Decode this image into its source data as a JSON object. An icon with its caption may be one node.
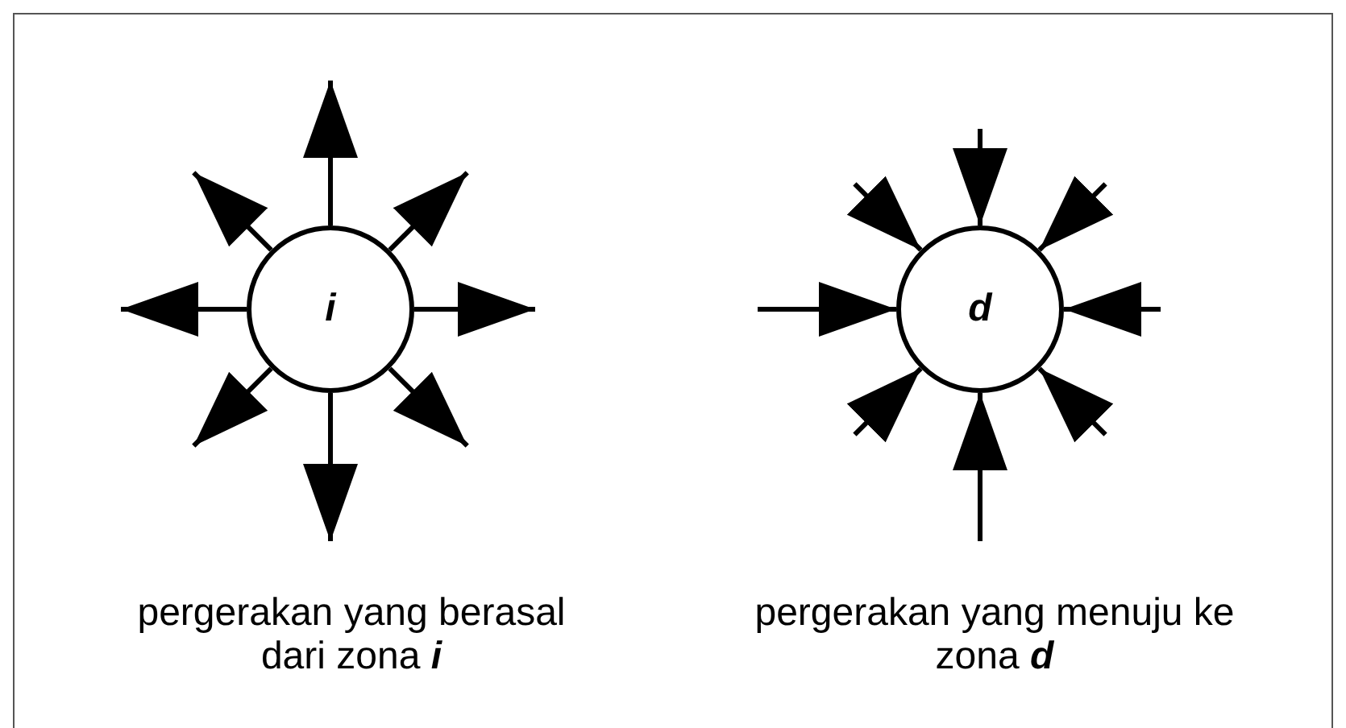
{
  "diagram": {
    "nodes": [
      {
        "text": [
          "i"
        ]
      },
      {
        "text": [
          "d"
        ]
      }
    ],
    "labels": [
      "pergerakan yang berasal dari zona **i**",
      "pergerakan yang menuju ke zona **d**"
    ],
    "edges": [
      {
        "from": 0,
        "to": null,
        "arrow": "to"
      },
      {
        "from": 0,
        "to": null,
        "arrow": "to"
      },
      {
        "from": 0,
        "to": null,
        "arrow": "to"
      },
      {
        "from": 0,
        "to": null,
        "arrow": "to"
      },
      {
        "from": 0,
        "to": null,
        "arrow": "to"
      },
      {
        "from": 0,
        "to": null,
        "arrow": "to"
      },
      {
        "from": 0,
        "to": null,
        "arrow": "to"
      },
      {
        "from": 0,
        "to": null,
        "arrow": "to"
      },
      {
        "from": null,
        "to": 1,
        "arrow": "to"
      },
      {
        "from": null,
        "to": 1,
        "arrow": "to"
      },
      {
        "from": null,
        "to": 1,
        "arrow": "to"
      },
      {
        "from": null,
        "to": 1,
        "arrow": "to"
      },
      {
        "from": null,
        "to": 1,
        "arrow": "to"
      },
      {
        "from": null,
        "to": 1,
        "arrow": "to"
      },
      {
        "from": null,
        "to": 1,
        "arrow": "to"
      },
      {
        "from": null,
        "to": 1,
        "arrow": "to"
      }
    ]
  }
}
